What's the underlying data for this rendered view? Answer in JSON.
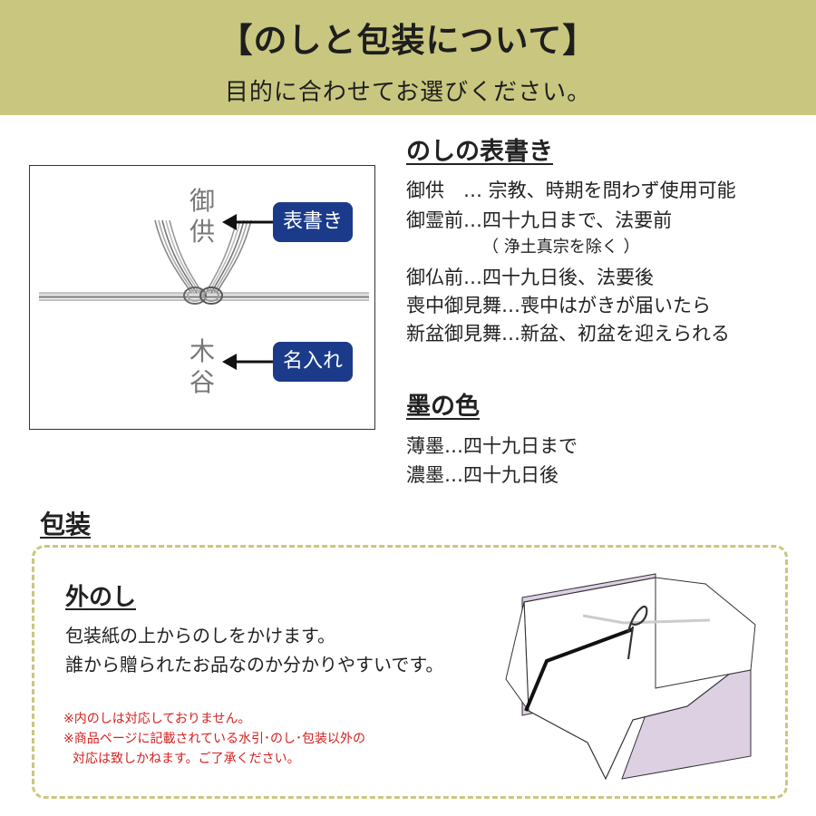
{
  "banner": {
    "title": "【のしと包装について】",
    "subtitle": "目的に合わせてお選びください。",
    "bg_color": "#c9c77f"
  },
  "noshi_example": {
    "upper_text": "御供",
    "lower_text": "木谷",
    "tag_upper": "表書き",
    "tag_lower": "名入れ",
    "tag_color": "#1b3b8a"
  },
  "omotegaki": {
    "heading": "のしの表書き",
    "lines": [
      "御供　… 宗教、時期を問わず使用可能",
      "御霊前…四十九日まで、法要前",
      "（ 浄土真宗を除く ）",
      "御仏前…四十九日後、法要後",
      "喪中御見舞…喪中はがきが届いたら",
      "新盆御見舞…新盆、初盆を迎えられる"
    ]
  },
  "ink": {
    "heading": "墨の色",
    "lines": [
      "薄墨…四十九日まで",
      "濃墨…四十九日後"
    ]
  },
  "packaging": {
    "heading": "包装",
    "border_color": "#c9c77f",
    "soto_noshi": {
      "heading": "外のし",
      "lines": [
        "包装紙の上からのしをかけます。",
        "誰から贈られたお品なのか分かりやすいです。"
      ]
    },
    "notes": [
      "※内のしは対応しておりません。",
      "※商品ページに記載されている水引･のし･包装以外の",
      "対応は致しかねます。ご了承ください。"
    ],
    "note_color": "#d3211f",
    "box_color": "#ddd0e3"
  }
}
